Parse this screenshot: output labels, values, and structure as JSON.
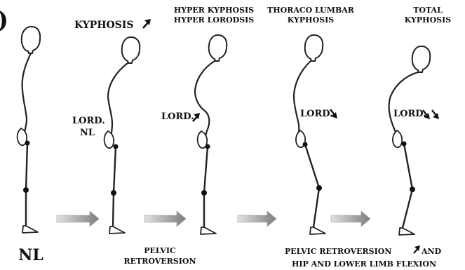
{
  "panel_letter": ")",
  "figures": [
    {
      "id": "normal",
      "label_bottom": "NL"
    },
    {
      "id": "kyphosis",
      "label_top": "KYPHOSIS",
      "top_arrow": "up-right-arrow",
      "label_mid_1": "LORD.",
      "label_mid_2": "NL"
    },
    {
      "id": "hyper",
      "label_top_1": "HYPER KYPHOSIS",
      "label_top_2": "HYPER LORODSIS",
      "label_mid": "LORD.",
      "mid_arrow": "up-right-arrow"
    },
    {
      "id": "thoraco",
      "label_top_1": "THORACO LUMBAR",
      "label_top_2": "KYPHOSIS",
      "label_mid": "LORD.",
      "mid_arrow": "down-right-arrow"
    },
    {
      "id": "total",
      "label_top_1": "TOTAL",
      "label_top_2": "KYPHOSIS",
      "label_mid": "LORD.",
      "mid_arrow": "double-down-right-arrow"
    }
  ],
  "bottom_labels": {
    "pelvic_1": "PELVIC",
    "pelvic_2": "RETROVERSION",
    "combined_1": "PELVIC RETROVERSION",
    "combined_2": "AND",
    "combined_3": "HIP AND LOWER LIMB FLEXION"
  },
  "arrows": [
    "right-arrow",
    "right-arrow",
    "right-arrow",
    "right-arrow"
  ],
  "colors": {
    "figure": "#222222",
    "arrow_light": "#d8d8d8",
    "arrow_dark": "#8a8a8a"
  }
}
